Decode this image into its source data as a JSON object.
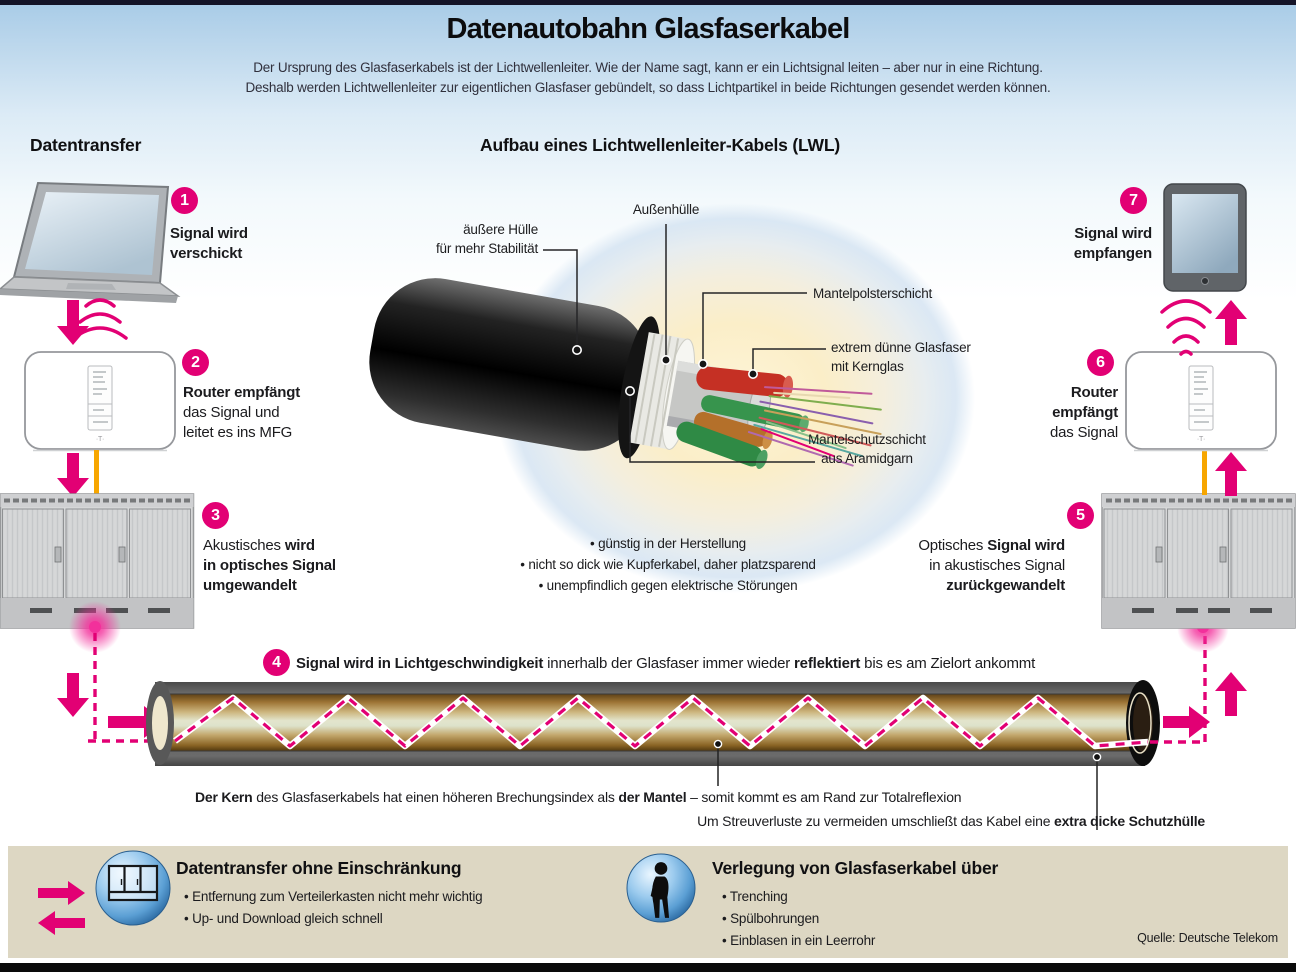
{
  "header": {
    "title": "Datenautobahn Glasfaserkabel",
    "subtitle1": "Der Ursprung des Glasfaserkabels ist der Lichtwellenleiter. Wie der Name sagt, kann er ein Lichtsignal leiten – aber nur in eine Richtung.",
    "subtitle2": "Deshalb werden Lichtwellenleiter zur eigentlichen Glasfaser gebündelt, so dass Lichtpartikel in beide Richtungen gesendet werden können."
  },
  "sections": {
    "left_heading": "Datentransfer",
    "center_heading": "Aufbau eines Lichtwellenleiter-Kabels (LWL)"
  },
  "steps": {
    "s1": {
      "num": "1",
      "b1": "Signal wird",
      "b2": "verschickt"
    },
    "s2": {
      "num": "2",
      "b1": "Router empfängt",
      "r1": "das Signal und",
      "r2": "leitet es ins MFG"
    },
    "s3": {
      "num": "3",
      "r1": "Akustisches ",
      "b1": "wird",
      "b2": "in optisches Signal",
      "b3": "umgewandelt"
    },
    "s4": {
      "num": "4",
      "b1": "Signal wird in Lichtgeschwindigkeit",
      "r1": " innerhalb der Glasfaser immer wieder ",
      "b2": "reflektiert",
      "r2": " bis es am Zielort ankommt"
    },
    "s5": {
      "num": "5",
      "r1": "Optisches ",
      "b1": "Signal wird",
      "r2": "in akustisches Signal",
      "b2": "zurückgewandelt"
    },
    "s6": {
      "num": "6",
      "b1": "Router",
      "b2": "empfängt",
      "r1": "das Signal"
    },
    "s7": {
      "num": "7",
      "b1": "Signal wird",
      "b2": "empfangen"
    }
  },
  "cable_labels": {
    "outer1a": "äußere Hülle",
    "outer1b": "für mehr Stabilität",
    "outer2": "Außenhülle",
    "padding": "Mantelpolsterschicht",
    "fiber1": "extrem dünne Glasfaser",
    "fiber2": "mit Kernglas",
    "aramid1": "Mantelschutzschicht",
    "aramid2": "aus Aramidgarn"
  },
  "benefits": [
    "günstig in der Herstellung",
    "nicht so dick wie Kupferkabel, daher platzsparend",
    "unempfindlich gegen elektrische Störungen"
  ],
  "kern": {
    "b1": "Der Kern",
    "r1": " des Glasfaserkabels hat einen höheren Brechungsindex als ",
    "b2": "der Mantel",
    "r2": " – somit kommt es am Rand zur Totalreflexion"
  },
  "streu": {
    "r1": "Um Streuverluste zu vermeiden umschließt das Kabel eine ",
    "b1": "extra dicke Schutzhülle"
  },
  "footer": {
    "left": {
      "heading": "Datentransfer ohne Einschränkung",
      "bullets": [
        "Entfernung  zum Verteilerkasten nicht mehr wichtig",
        "Up- und Download gleich schnell"
      ]
    },
    "right": {
      "heading": "Verlegung von Glasfaserkabel über",
      "bullets": [
        "Trenching",
        "Spülbohrungen",
        "Einblasen in ein Leerrohr"
      ]
    },
    "source": "Quelle: Deutsche Telekom"
  },
  "colors": {
    "magenta": "#e20074",
    "orange": "#f7a600",
    "beige": "#ddd7c3"
  }
}
